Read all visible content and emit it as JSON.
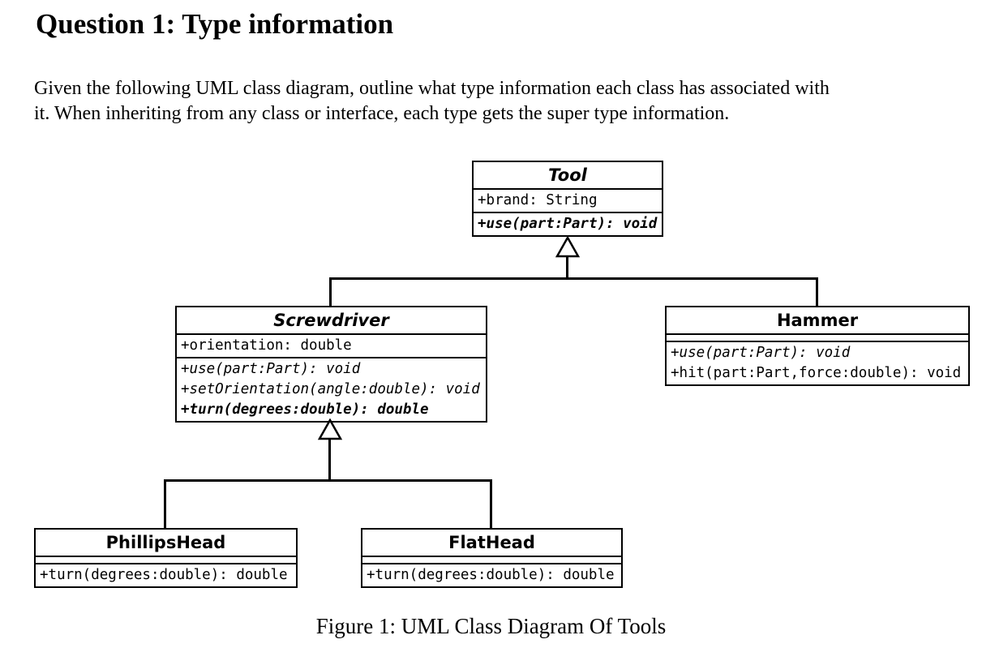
{
  "page": {
    "title": "Question 1: Type information",
    "body_lines": [
      "Given the following UML class diagram, outline what type information each class has associated with",
      "it. When inheriting from any class or interface, each type gets the super type information."
    ],
    "caption": "Figure 1: UML Class Diagram Of Tools"
  },
  "diagram": {
    "classes": [
      {
        "name": "Tool",
        "abstract": true,
        "attributes": [
          {
            "text": "+brand: String",
            "emphasis": "plain"
          }
        ],
        "methods": [
          {
            "text": "+use(part:Part): void",
            "emphasis": "bold-italic"
          }
        ]
      },
      {
        "name": "Screwdriver",
        "abstract": true,
        "attributes": [
          {
            "text": "+orientation: double",
            "emphasis": "plain"
          }
        ],
        "methods": [
          {
            "text": "+use(part:Part): void",
            "emphasis": "italic"
          },
          {
            "text": "+setOrientation(angle:double): void",
            "emphasis": "italic"
          },
          {
            "text": "+turn(degrees:double): double",
            "emphasis": "bold-italic"
          }
        ]
      },
      {
        "name": "Hammer",
        "abstract": false,
        "attributes": [],
        "methods": [
          {
            "text": "+use(part:Part): void",
            "emphasis": "italic"
          },
          {
            "text": "+hit(part:Part,force:double): void",
            "emphasis": "plain"
          }
        ]
      },
      {
        "name": "PhillipsHead",
        "abstract": false,
        "attributes": [],
        "methods": [
          {
            "text": "+turn(degrees:double): double",
            "emphasis": "plain"
          }
        ]
      },
      {
        "name": "FlatHead",
        "abstract": false,
        "attributes": [],
        "methods": [
          {
            "text": "+turn(degrees:double): double",
            "emphasis": "plain"
          }
        ]
      }
    ],
    "relations": [
      {
        "type": "generalization",
        "from": "Screwdriver",
        "to": "Tool"
      },
      {
        "type": "generalization",
        "from": "Hammer",
        "to": "Tool"
      },
      {
        "type": "generalization",
        "from": "PhillipsHead",
        "to": "Screwdriver"
      },
      {
        "type": "generalization",
        "from": "FlatHead",
        "to": "Screwdriver"
      }
    ],
    "colors": {
      "line": "#000000",
      "fill": "#ffffff",
      "text": "#000000"
    }
  }
}
